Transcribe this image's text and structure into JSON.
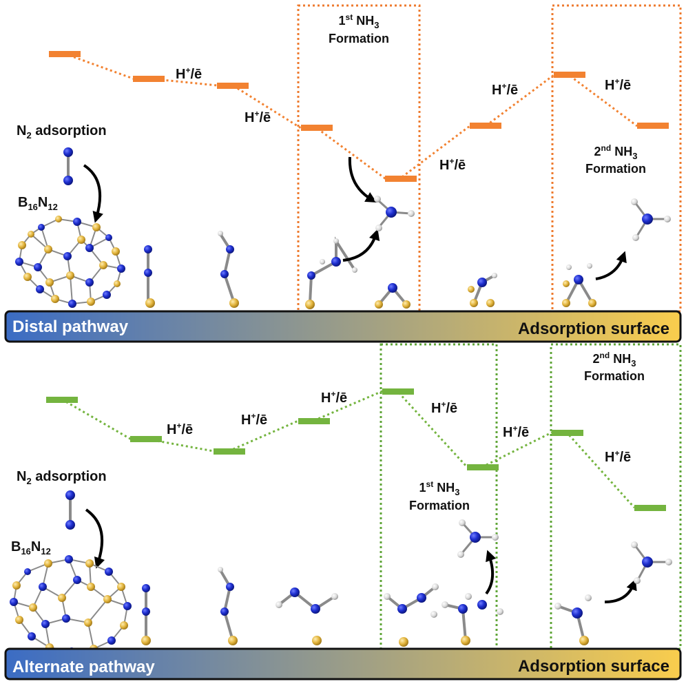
{
  "colors": {
    "distal_level": "#F28231",
    "distal_box": "#EE7A2D",
    "alternate_level": "#74B43F",
    "alternate_box": "#5FA537",
    "bar_blue": "#3B6CC4",
    "bar_gold": "#F9CD4D",
    "nitrogen_atom": "#1E2FCF",
    "boron_atom": "#E2B43C",
    "hydrogen_atom": "#E0E0E0",
    "bond": "#8A8A8A"
  },
  "icons": [
    "curved-arrow-icon",
    "molecule-icon",
    "cage-cluster-icon"
  ],
  "panels": {
    "distal": {
      "pathway_label": "Distal pathway",
      "surface_label": "Adsorption surface",
      "n2_adsorption": "N",
      "n2_adsorption_sub": "2",
      "n2_adsorption_rest": " adsorption",
      "cluster_b": "B",
      "cluster_b_sub": "16",
      "cluster_n": "N",
      "cluster_n_sub": "12",
      "step_label": "H",
      "step_label_sup": "+",
      "step_label_rest": "/ē",
      "first_nh3_line1_base": "1",
      "first_nh3_line1_sup": "st",
      "first_nh3_line1_rest": " NH",
      "first_nh3_line1_sub": "3",
      "first_nh3_line2": "Formation",
      "second_nh3_line1_base": "2",
      "second_nh3_line1_sup": "nd",
      "second_nh3_line1_rest": " NH",
      "second_nh3_line1_sub": "3",
      "second_nh3_line2": "Formation"
    },
    "alternate": {
      "pathway_label": "Alternate pathway",
      "surface_label": "Adsorption surface",
      "n2_adsorption": "N",
      "n2_adsorption_sub": "2",
      "n2_adsorption_rest": " adsorption",
      "cluster_b": "B",
      "cluster_b_sub": "16",
      "cluster_n": "N",
      "cluster_n_sub": "12",
      "step_label": "H",
      "step_label_sup": "+",
      "step_label_rest": "/ē",
      "first_nh3_line1_base": "1",
      "first_nh3_line1_sup": "st",
      "first_nh3_line1_rest": " NH",
      "first_nh3_line1_sub": "3",
      "first_nh3_line2": "Formation",
      "second_nh3_line1_base": "2",
      "second_nh3_line1_sup": "nd",
      "second_nh3_line1_rest": " NH",
      "second_nh3_line1_sub": "3",
      "second_nh3_line2": "Formation"
    }
  }
}
